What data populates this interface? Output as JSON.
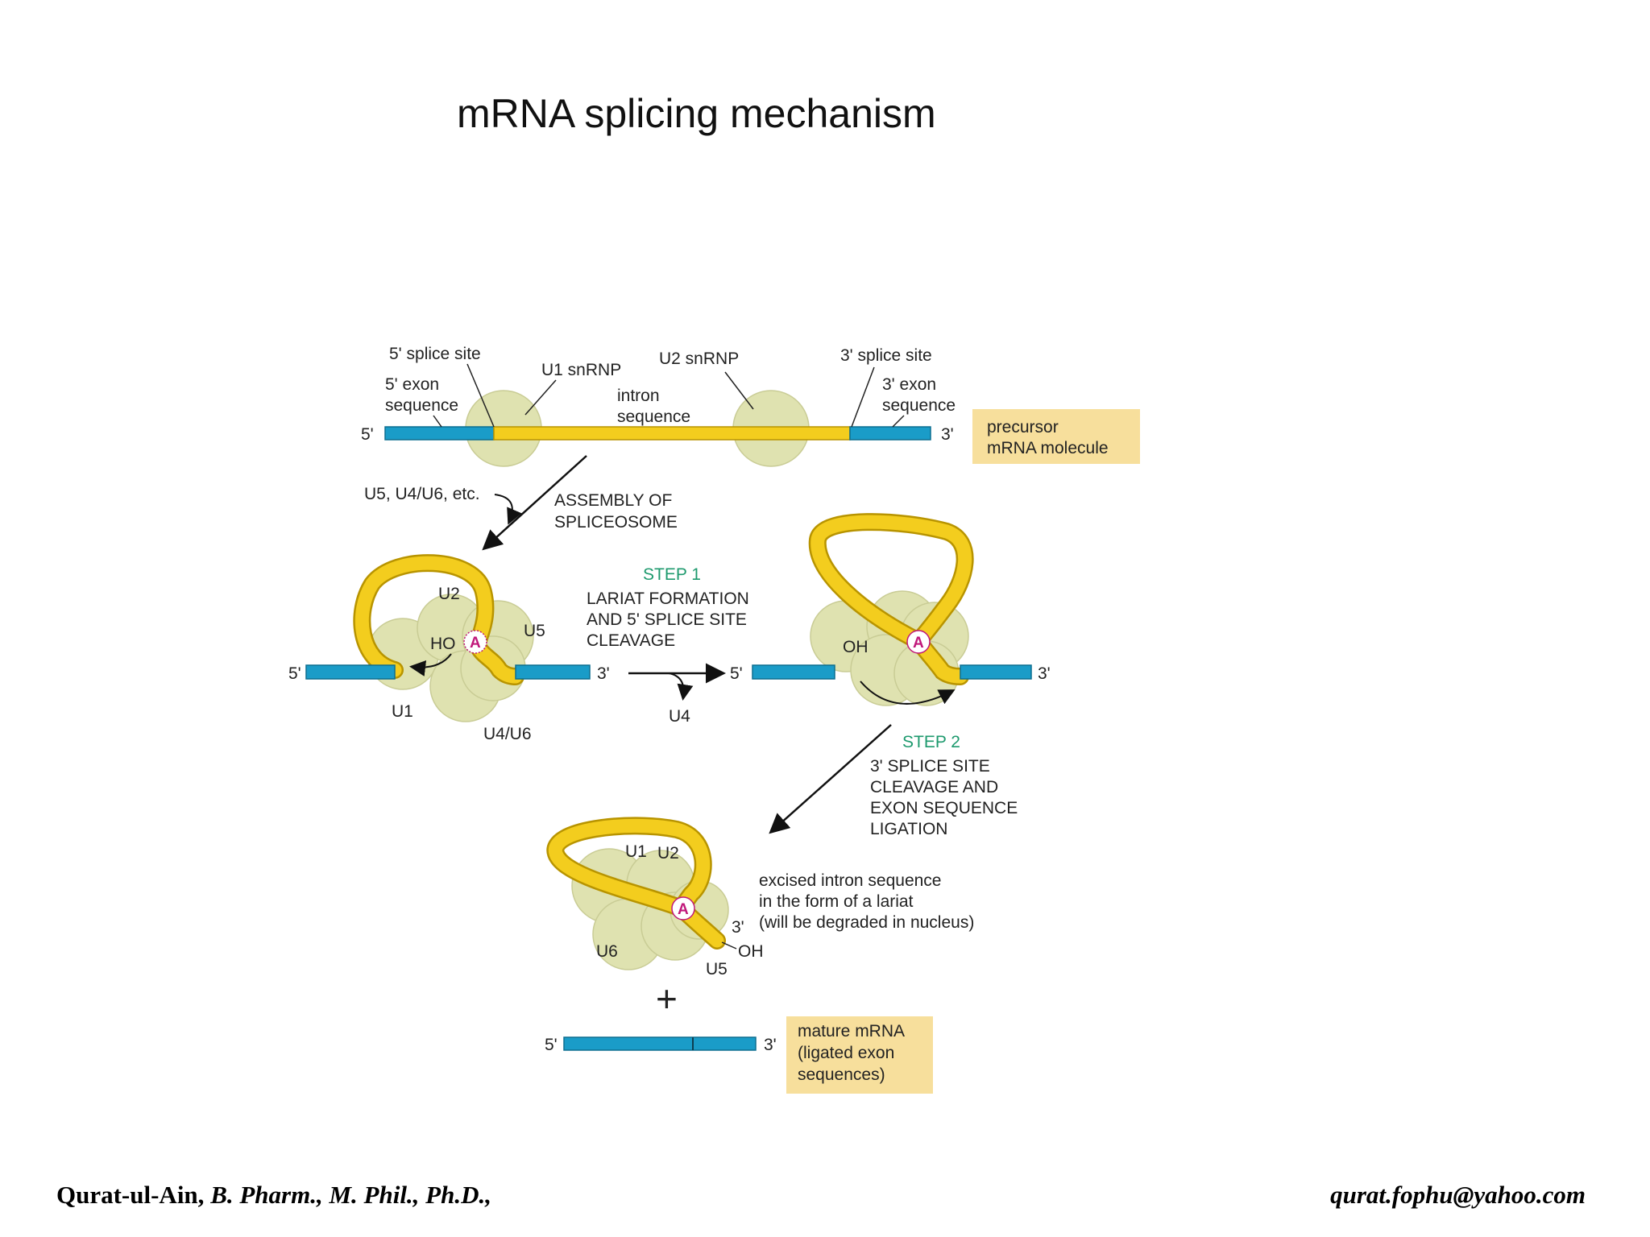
{
  "title": "mRNA splicing mechanism",
  "colors": {
    "exon": "#1a9cc8",
    "intron": "#f3cd1e",
    "snrnp": "#dfe2b0",
    "label_box": "#f7df9c",
    "step": "#1e9a6e",
    "adenosine": "#c0187a"
  },
  "diagram": {
    "precursor": {
      "five_prime": "5'",
      "three_prime": "3'",
      "five_splice_site": "5' splice site",
      "five_exon_seq": [
        "5' exon",
        "sequence"
      ],
      "u1_snrnp": "U1 snRNP",
      "intron_seq": [
        "intron",
        "sequence"
      ],
      "u2_snrnp": "U2 snRNP",
      "three_splice_site": "3' splice site",
      "three_exon_seq": [
        "3' exon",
        "sequence"
      ],
      "box": [
        "precursor",
        "mRNA molecule"
      ]
    },
    "assembly": {
      "factors": "U5, U4/U6, etc.",
      "label": [
        "ASSEMBLY OF",
        "SPLICEOSOME"
      ]
    },
    "spliceosome": {
      "five_prime": "5'",
      "three_prime": "3'",
      "u2": "U2",
      "ho": "HO",
      "a": "A",
      "u5": "U5",
      "u1": "U1",
      "u4u6": "U4/U6"
    },
    "step1": {
      "title": "STEP 1",
      "label": [
        "LARIAT FORMATION",
        "AND 5' SPLICE SITE",
        "CLEAVAGE"
      ],
      "released": "U4"
    },
    "intermediate": {
      "five_prime": "5'",
      "three_prime": "3'",
      "oh": "OH",
      "a": "A"
    },
    "step2": {
      "title": "STEP 2",
      "label": [
        "3' SPLICE SITE",
        "CLEAVAGE AND",
        "EXON SEQUENCE",
        "LIGATION"
      ]
    },
    "lariat": {
      "u1": "U1",
      "u2": "U2",
      "a": "A",
      "three_prime": "3'",
      "oh": "OH",
      "u6": "U6",
      "u5": "U5",
      "label": [
        "excised intron sequence",
        "in the form of a lariat",
        "(will be degraded in nucleus)"
      ]
    },
    "plus": "+",
    "mature": {
      "five_prime": "5'",
      "three_prime": "3'",
      "box": [
        "mature mRNA",
        "(ligated exon",
        "sequences)"
      ]
    }
  },
  "footer": {
    "author": "Qurat-ul-Ain,",
    "credentials": " B. Pharm., M. Phil., Ph.D.,",
    "email": "qurat.fophu@yahoo.com"
  }
}
